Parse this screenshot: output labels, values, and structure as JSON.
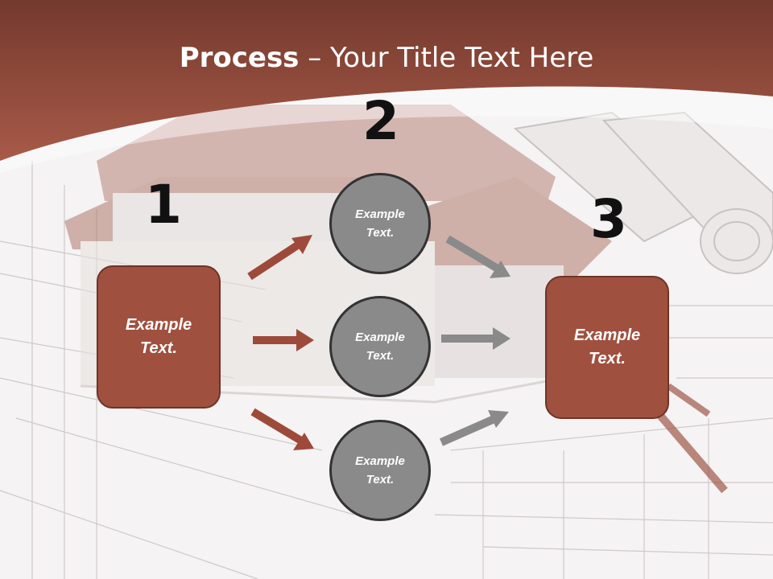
{
  "title": {
    "bold": "Process",
    "rest": " – Your Title Text Here"
  },
  "steps": [
    {
      "number": "1",
      "text": "Example Text."
    },
    {
      "number": "2",
      "items": [
        "Example Text.",
        "Example Text.",
        "Example Text."
      ]
    },
    {
      "number": "3",
      "text": "Example Text."
    }
  ],
  "colors": {
    "header": "#8e4a3c",
    "box": "#a0503f",
    "circle": "#8a8a8a",
    "arrow_red": "#9d4a3a",
    "arrow_gray": "#8a8a8a"
  }
}
